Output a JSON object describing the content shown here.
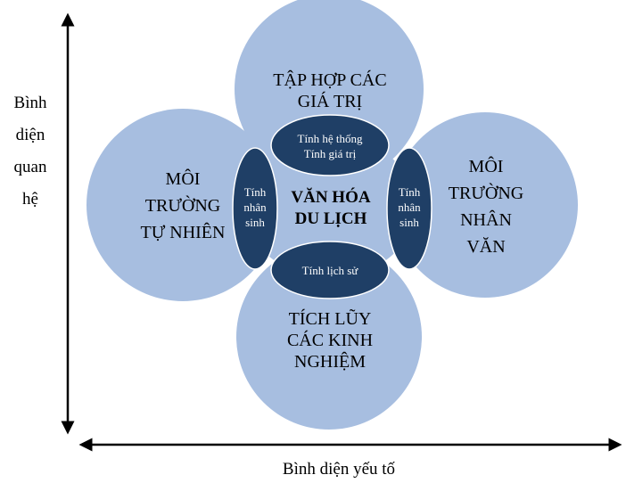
{
  "axes": {
    "vertical_label": "Bình\ndiện\nquan\nhệ",
    "horizontal_label": "Bình diện yếu tố"
  },
  "circles": {
    "top": "TẬP HỢP CÁC\nGIÁ TRỊ",
    "left": "MÔI\nTRƯỜNG\nTỰ NHIÊN",
    "right": "MÔI\nTRƯỜNG\nNHÂN\nVĂN",
    "bottom": "TÍCH LŨY\nCÁC KINH\nNGHIỆM"
  },
  "ovals": {
    "top": "Tính hệ thống\nTính giá trị",
    "left": "Tính\nnhân\nsinh",
    "right": "Tính\nnhân\nsinh",
    "bottom": "Tính lịch sử"
  },
  "center": "VĂN HÓA\nDU LỊCH",
  "colors": {
    "circle_fill": "#a7bee0",
    "oval_fill": "#1f3f66",
    "oval_stroke": "#ffffff",
    "arrow": "#000000"
  }
}
